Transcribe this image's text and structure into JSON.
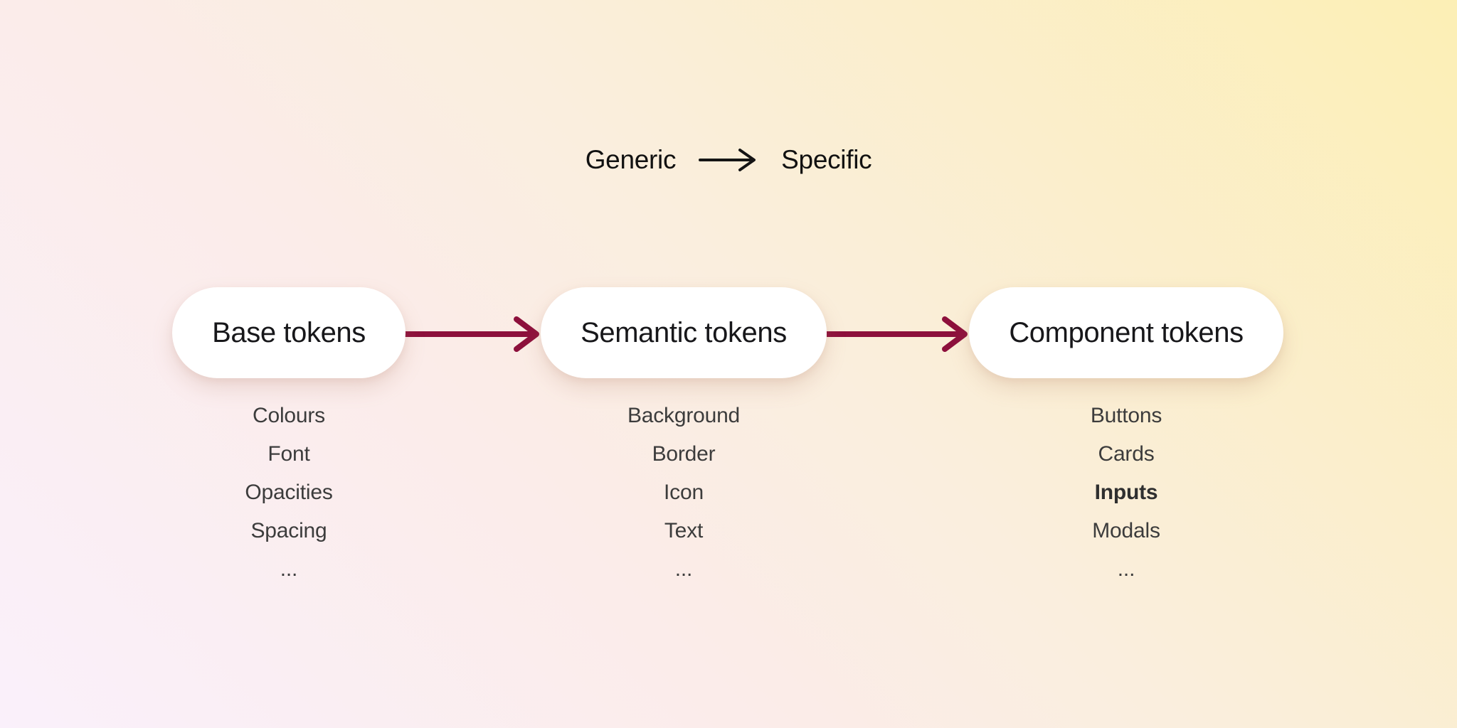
{
  "background": {
    "gradient_colors": [
      "#FAF0FB",
      "#FBECE9",
      "#FAEEDE",
      "#FCEFB5"
    ]
  },
  "legend": {
    "from_label": "Generic",
    "to_label": "Specific"
  },
  "flow": {
    "arrow_color": "#8D103C",
    "node_bg_color": "#FFFFFF",
    "nodes": [
      {
        "title": "Base tokens",
        "items": [
          "Colours",
          "Font",
          "Opacities",
          "Spacing",
          "..."
        ]
      },
      {
        "title": "Semantic tokens",
        "items": [
          "Background",
          "Border",
          "Icon",
          "Text",
          "..."
        ]
      },
      {
        "title": "Component tokens",
        "items": [
          "Buttons",
          "Cards",
          "Inputs",
          "Modals",
          "..."
        ],
        "emphasized_item": "Inputs"
      }
    ]
  }
}
